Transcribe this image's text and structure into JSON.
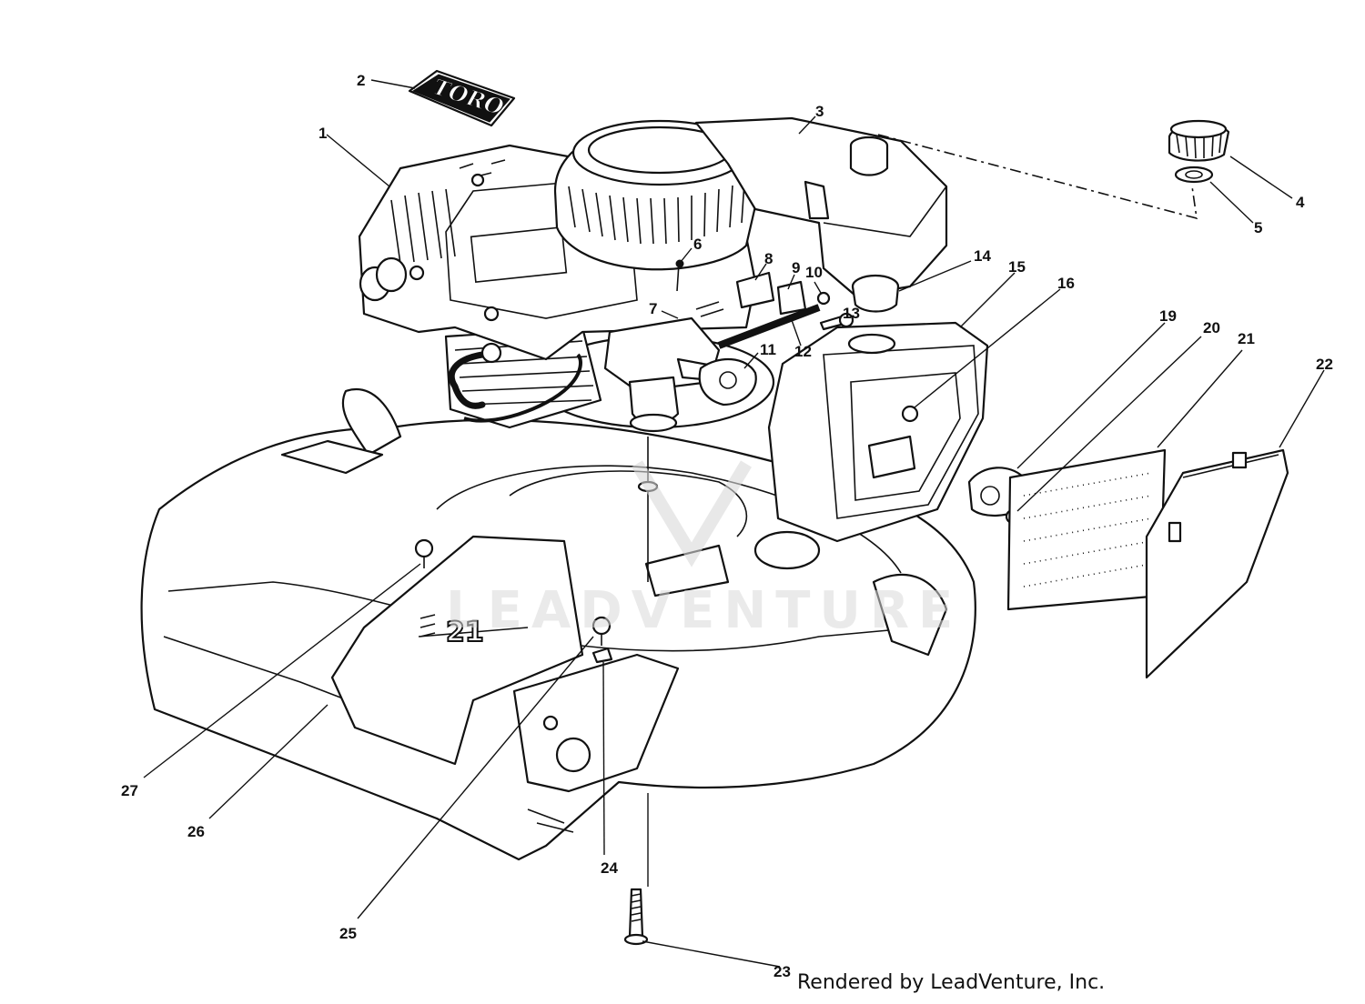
{
  "credit": "Rendered by LeadVenture, Inc.",
  "watermark": "LEADVENTURE",
  "brand_plate_text": "TORO",
  "deck_marking": "21",
  "callouts": {
    "c1": "1",
    "c2": "2",
    "c3": "3",
    "c4": "4",
    "c5": "5",
    "c6": "6",
    "c7": "7",
    "c8": "8",
    "c9": "9",
    "c10": "10",
    "c11": "11",
    "c12": "12",
    "c13": "13",
    "c14": "14",
    "c15": "15",
    "c16": "16",
    "c19": "19",
    "c20": "20",
    "c21": "21",
    "c22": "22",
    "c23": "23",
    "c24": "24",
    "c25": "25",
    "c26": "26",
    "c27": "27"
  }
}
